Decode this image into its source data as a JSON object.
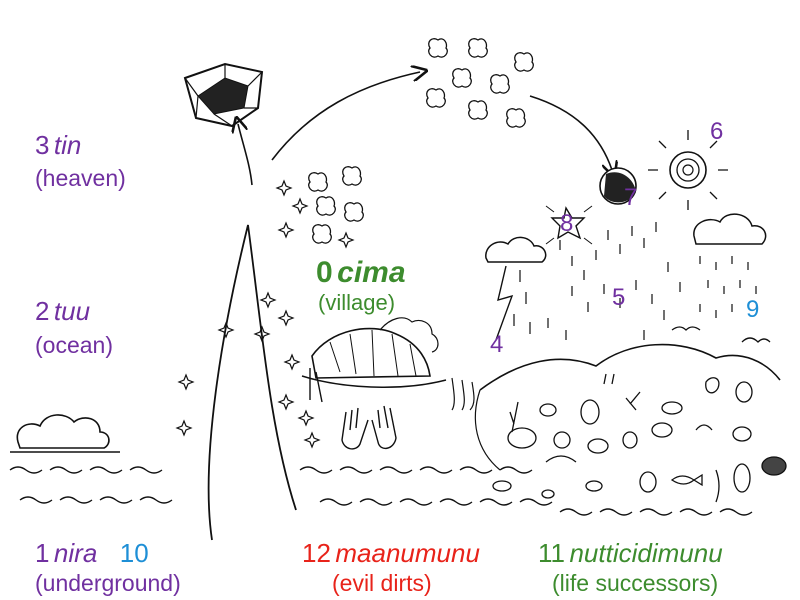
{
  "labels": {
    "tin": {
      "num": "3",
      "word": "tin",
      "gloss": "(heaven)"
    },
    "tuu": {
      "num": "2",
      "word": "tuu",
      "gloss": "(ocean)"
    },
    "nira": {
      "num": "1",
      "word": "nira",
      "alt_num": "10",
      "gloss": "(underground)"
    },
    "cima": {
      "num": "0",
      "word": "cima",
      "gloss": "(village)"
    },
    "maanumunu": {
      "num": "12",
      "word": "maanumunu",
      "gloss": "(evil dirts)"
    },
    "nutticidimunu": {
      "num": "11",
      "word": "nutticidimunu",
      "gloss": "(life successors)"
    }
  },
  "markers": {
    "m4": "4",
    "m5": "5",
    "m6": "6",
    "m7": "7",
    "m8": "8",
    "m9": "9"
  },
  "colors": {
    "purple": "#7030a0",
    "green": "#3d8c2e",
    "red": "#e8231a",
    "blue": "#1e8fd6",
    "ink": "#111111"
  }
}
